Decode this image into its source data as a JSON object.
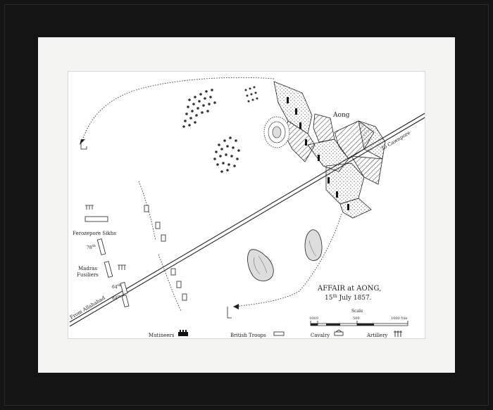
{
  "map": {
    "title": "AFFAIR at AONG,",
    "date_day": "15",
    "date_suffix": "th",
    "date_rest": "July 1857.",
    "town": "Aong",
    "road_east": "To Cawnpore",
    "road_west": "From Allahabad",
    "units": {
      "ferozepore": "Ferozepore Sikhs",
      "regiment_78": "78",
      "regiment_78_sup": "th",
      "madras_1": "Madras",
      "madras_2": "Fusiliers",
      "regiment_64": "64",
      "regiment_64_sup": "th",
      "regiment_84": "84",
      "regiment_84_sup": "th"
    },
    "scale": {
      "label": "Scale",
      "tick_0": "100",
      "tick_1": "0",
      "tick_2": "500",
      "tick_3": "1000 Yds"
    },
    "legend": {
      "mutineers": "Mutineers",
      "british": "British Troops",
      "cavalry": "Cavalry",
      "artillery": "Artillery"
    }
  },
  "colors": {
    "frame": "#141414",
    "mat": "#f4f4f2",
    "ink": "#222222"
  }
}
